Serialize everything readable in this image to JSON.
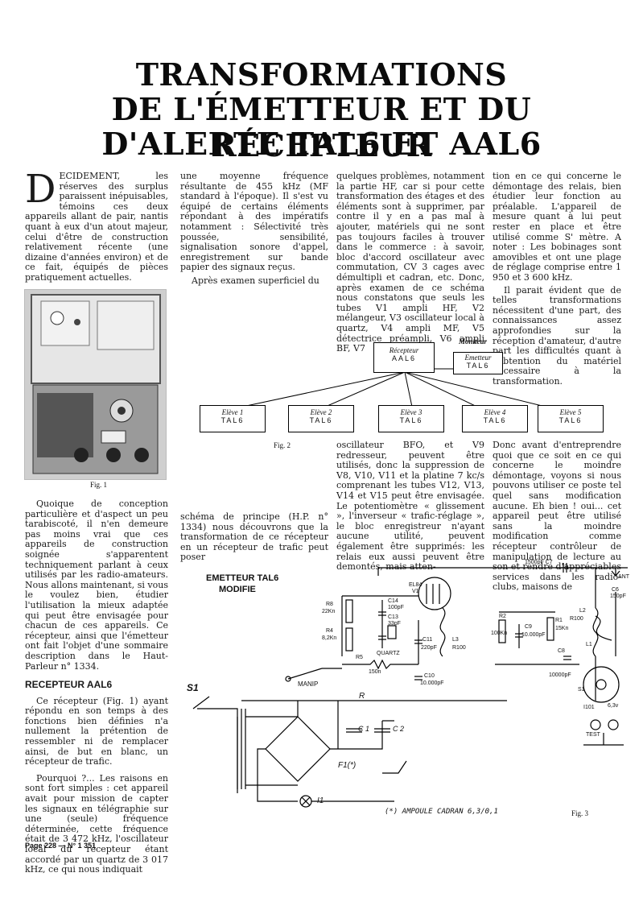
{
  "title": {
    "line1": "TRANSFORMATIONS",
    "line2": "DE L'ÉMETTEUR ET DU RÉCEPTEUR",
    "line3": "D'ALERTE TAL6 ET AAL6"
  },
  "col1": {
    "dropcap": "D",
    "p1": "ECIDEMENT, les réserves des surplus paraissent inépuisables, témoins ces deux appareils allant de pair, nantis quant à eux d'un atout majeur, celui d'être de construction relativement récente (une dizaine d'années environ) et de ce fait, équipés de pièces pratiquement actuelles.",
    "fig1_caption": "Fig. 1",
    "p2": "Quoique de conception particulière et d'aspect un peu tarabiscoté, il n'en demeure pas moins vrai que ces appareils de construction soignée s'apparentent techniquement parlant à ceux utilisés par les radio-amateurs. Nous allons maintenant, si vous le voulez bien, étudier l'utilisation la mieux adaptée qui peut être envisagée pour chacun de ces appareils. Ce récepteur, ainsi que l'émetteur ont fait l'objet d'une sommaire description dans le Haut-Parleur n° 1334.",
    "heading": "RECEPTEUR AAL6",
    "p3": "Ce récepteur (Fig. 1) ayant répondu en son temps à des fonctions bien définies n'a nullement la prétention de ressembler ni de remplacer ainsi, de but en blanc, un récepteur de trafic.",
    "p4": "Pourquoi ?... Les raisons en sont fort simples : cet appareil avait pour mission de capter les signaux en télégraphie sur une (seule) fréquence déterminée, cette fréquence était de 3 472 kHz, l'oscillateur local du récepteur étant accordé par un quartz de 3 017 kHz, ce qui nous indiquait",
    "footer": "Page 228 — N° 1 351"
  },
  "col2": {
    "p1": "une moyenne fréquence résultante de 455 kHz (MF standard à l'époque). Il s'est vu équipé de certains éléments répondant à des impératifs notamment : Sélectivité très poussée, sensibilité, signalisation sonore d'appel, enregistrement sur bande papier des signaux reçus.",
    "p2": "Après examen superficiel du",
    "p3": "schéma de principe (H.P. n° 1334) nous découvrons que la transformation de ce récepteur en un récepteur de trafic peut poser"
  },
  "col3": {
    "p1": "quelques problèmes, notamment la partie HF, car si pour cette transformation des étages et des éléments sont à supprimer, par contre il y en a pas mal à ajouter, matériels qui ne sont pas toujours faciles à trouver dans le commerce : à savoir, bloc d'accord oscillateur avec commutation, CV 3 cages avec démultipli et cadran, etc. Donc, après examen de ce schéma nous constatons que seuls les tubes V1 ampli HF, V2 mélangeur, V3 oscillateur local à quartz, V4 ampli MF, V5 détectrice préampli, V6 ampli BF, V7",
    "p2": "oscillateur BFO, et V9 redresseur, peuvent être utilisés, donc la suppression de V8, V10, V11 et la platine 7 kc/s comprenant les tubes V12, V13, V14 et V15 peut être envisagée. Le potentiomètre « glissement », l'inverseur « trafic-réglage », le bloc enregistreur n'ayant aucune utilité, peuvent également être supprimés: les relais eux aussi peuvent être demontés, mais atten-"
  },
  "col4": {
    "p1": "tion en ce qui concerne le démontage des relais, bien étudier leur fonction au préalable. L'appareil de mesure quant à lui peut rester en place et être utilisé comme S' mètre. A noter : Les bobinages sont amovibles et ont une plage de réglage comprise entre 1 950 et 3 600 kHz.",
    "p2": "Il parait évident que de telles transformations nécessitent d'une part, des connaissances assez approfondies sur la réception d'amateur, d'autre part les difficultés quant à l'obtention du matériel nécessaire à la transformation.",
    "p3": "Donc avant d'entreprendre quoi que ce soit en ce qui concerne le moindre démontage, voyons si nous pouvons utiliser ce poste tel quel sans modification aucune. Eh bien ! oui... cet appareil peut être utilisé sans la moindre modification comme récepteur contrôleur de manipulation de lecture au son et rendre d'appréciables services dans les radio-clubs, maisons de"
  },
  "fig2": {
    "receiver_it": "Récepteur",
    "receiver": "AAL6",
    "monitor_head": "Moniteur",
    "monitor_it": "Emetteur",
    "monitor": "TAL6",
    "students": [
      {
        "it": "Elève 1",
        "name": "TAL6"
      },
      {
        "it": "Elève 2",
        "name": "TAL6"
      },
      {
        "it": "Elève 3",
        "name": "TAL6"
      },
      {
        "it": "Elève 4",
        "name": "TAL6"
      },
      {
        "it": "Elève 5",
        "name": "TAL6"
      }
    ],
    "caption": "Fig. 2"
  },
  "fig3": {
    "title1": "EMETTEUR TAL6",
    "title2": "MODIFIE",
    "labels": {
      "r8": "R8",
      "r8v": "22Kn",
      "r4": "R4",
      "r4v": "8,2Kn",
      "c14": "C14",
      "c14v": "100pF",
      "c13": "C13",
      "c13v": "33pF",
      "quartz": "QUARTZ",
      "r5": "R5",
      "r5v": "150n",
      "manip": "MANIP",
      "el84": "EL84",
      "v1": "V1",
      "c11": "C11",
      "c11v": "220pF",
      "l3": "L3",
      "l3v": "R100",
      "c10": "C10",
      "c10v": "10.000pF",
      "r2": "R2",
      "r2v": "100Kn",
      "c9": "C9",
      "c9v": "10.000pF",
      "r1": "R1",
      "r1v": "15Kn",
      "c8": "C8",
      "c8v": "10000pF",
      "c7": "1500pF C7",
      "l2": "L2",
      "l2v": "R100",
      "l1": "L1",
      "ant": "ANT",
      "c6": "C6",
      "c6v": "150pF",
      "s1": "S1",
      "i101": "I101",
      "test": "TEST",
      "v63": "6,3v",
      "s1sw": "S1",
      "r": "R",
      "c1": "C 1",
      "c2": "C 2",
      "f1": "F1(*)",
      "i1": "I1"
    },
    "note": "(*) AMPOULE CADRAN 6,3/0,1",
    "caption": "Fig. 3"
  }
}
